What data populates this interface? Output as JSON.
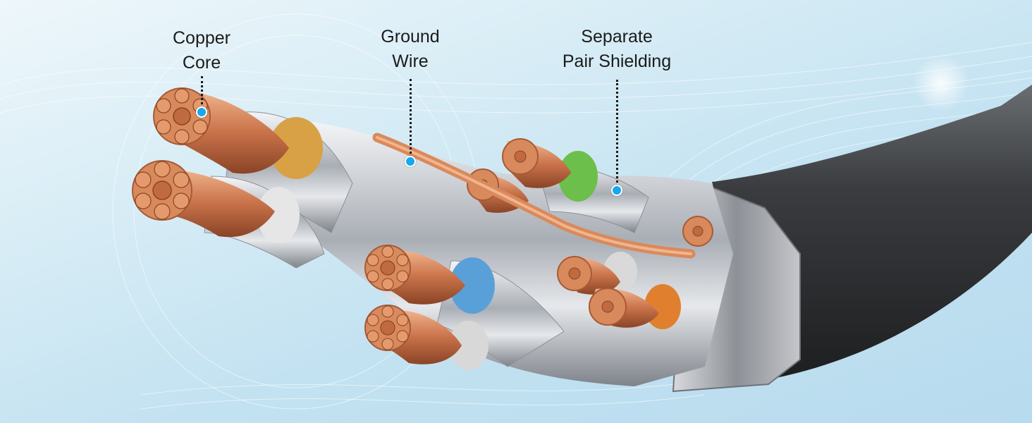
{
  "scene": {
    "description_colors": {
      "background": "#c9e5f2",
      "copper": "#d88a5c",
      "foil": "#c8ccd2",
      "jacket": "#3b3d40",
      "marker": "#17a7ec"
    },
    "pair_colors": [
      "#d8a146",
      "#5aa0d8",
      "#6cbf4a",
      "#e0802e"
    ]
  },
  "callouts": [
    {
      "line1": "Copper",
      "line2": "Core",
      "marker_color": "#17a7ec"
    },
    {
      "line1": "Ground",
      "line2": "Wire",
      "marker_color": "#17a7ec"
    },
    {
      "line1": "Separate",
      "line2": "Pair Shielding",
      "marker_color": "#17a7ec"
    }
  ]
}
